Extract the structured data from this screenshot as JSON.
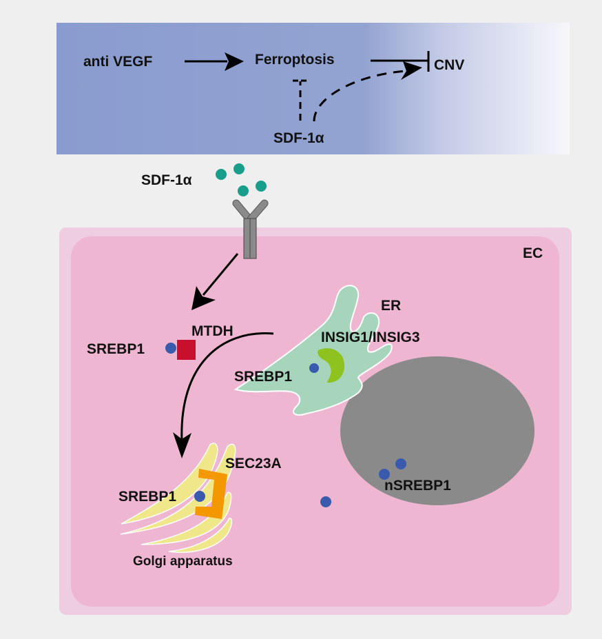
{
  "top_panel": {
    "anti_vegf": "anti VEGF",
    "ferroptosis": "Ferroptosis",
    "cnv": "CNV",
    "sdf": "SDF-1α",
    "colors": {
      "left": "#8a9bcf",
      "right": "#f7f7fb"
    }
  },
  "receptor_area": {
    "ligand_label": "SDF-1α",
    "ligand_color": "#1a9e8c",
    "receptor_color": "#8a8a8a"
  },
  "cell": {
    "label": "EC",
    "outer_color": "#efcde0",
    "inner_color": "#efb6d2",
    "mtdh_label": "MTDH",
    "srebp1_cytoplasm": "SREBP1",
    "er_label": "ER",
    "insig_label": "INSIG1/INSIG3",
    "srebp1_er": "SREBP1",
    "sec23a_label": "SEC23A",
    "srebp1_golgi": "SREBP1",
    "golgi_label": "Golgi apparatus",
    "nsrebp1_label": "nSREBP1",
    "colors": {
      "srebp_dot": "#3a5aad",
      "mtdh": "#c8102e",
      "er": "#a6d5bc",
      "insig": "#8dc21f",
      "golgi": "#f0e68a",
      "sec23a": "#f39800",
      "nucleus": "#8a8a8a"
    }
  }
}
